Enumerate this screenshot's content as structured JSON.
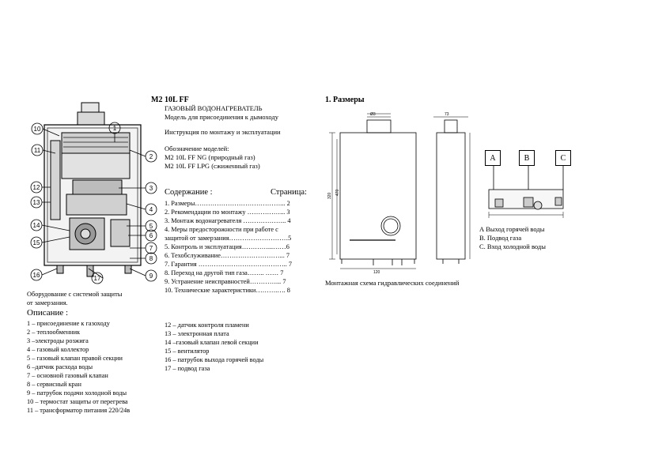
{
  "header": {
    "model": "M2 10L FF",
    "subtitle1": "ГАЗОВЫЙ ВОДОНАГРЕВАТЕЛЬ",
    "subtitle2": "Модель для присоединения к дымоходу",
    "manual": "Инструкция по монтажу и эксплуатации",
    "designation_title": "Обозначение моделей:",
    "ng": "M2 10L FF NG (природный газ)",
    "lpg": "M2 10L FF LPG (сжиженный газ)"
  },
  "toc": {
    "heading": "Содержание :",
    "page_heading": "Страница:",
    "items": [
      "1. Размеры…………………………………... 2",
      "2. Рекомендации по монтажу ……………... 3",
      "3. Монтаж водонагревателя ……………….. 4",
      "4. Меры предосторожности при работе с",
      "защитой от замерзания………………………5",
      "5. Контроль и эксплуатация…………...……6",
      "6. Техобслуживание………………………... 7",
      "7. Гарантия ………………………………….. 7",
      "8. Переход на другой тип газа……..   …… 7",
      "9. Устранение неисправностей…………... 7",
      "10. Технические характеристики……….…. 8"
    ]
  },
  "left": {
    "caption1": "Оборудование с системой   защиты",
    "caption2": "от замерзания.",
    "desc_heading": "Описание :",
    "desc_items": [
      "1 – присоединение к газоходу",
      "2 – теплообменник",
      "3 –электроды розжига",
      "4 – газовый коллектор",
      "5 – газовый клапан правой секции",
      "6 –датчик  расхода воды",
      "7 – основной газовый клапан",
      "8 – сервисный кран",
      "9 – патрубок подачи холодной воды",
      "10 – термостат защиты от перегрева",
      "11 – трансформатор питания 220/24в"
    ]
  },
  "middle_desc": [
    "12 – датчик контроля пламени",
    "13 – электронная плата",
    "14 –газовый клапан левой секции",
    "15 – вентилятор",
    "16 – патрубок выхода горячей воды",
    "17 – подвод газа"
  ],
  "diagram_labels": [
    "1",
    "2",
    "3",
    "4",
    "5",
    "6",
    "7",
    "8",
    "9",
    "10",
    "11",
    "12",
    "13",
    "14",
    "15",
    "16",
    "17"
  ],
  "right": {
    "section_title": "1. Размеры",
    "connection_letters": [
      "A",
      "B",
      "C"
    ],
    "legend": [
      "А Выход горячей воды",
      "В. Подвод  газа",
      "С. Вход холодной воды"
    ],
    "hydraulic_caption": "Монтажная схема гидравлических соединений"
  }
}
